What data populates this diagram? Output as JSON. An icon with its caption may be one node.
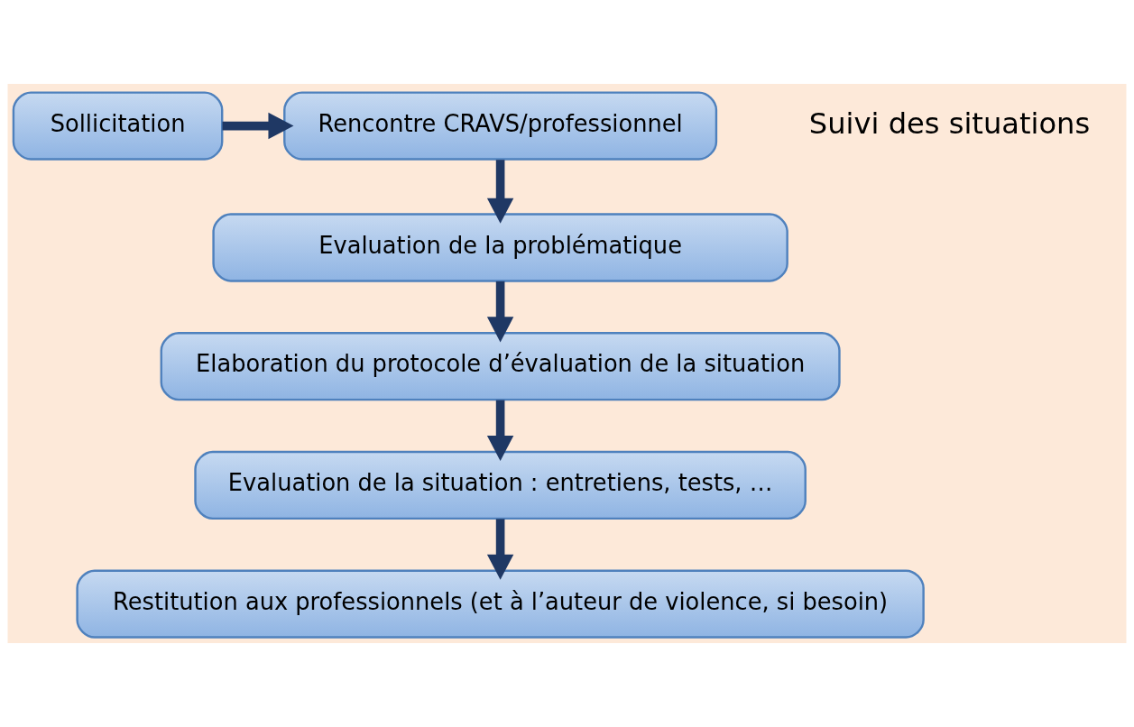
{
  "diagram": {
    "nodes": [
      {
        "text": [
          "Sollicitation"
        ]
      },
      {
        "text": [
          "Rencontre CRAVS/professionnel"
        ]
      },
      {
        "text": [
          "Evaluation de la problématique"
        ]
      },
      {
        "text": [
          "Elaboration du protocole d’évaluation de la situation"
        ]
      },
      {
        "text": [
          "Evaluation de la situation : entretiens, tests, …"
        ]
      },
      {
        "text": [
          "Restitution aux professionnels (et à l’auteur de violence, si besoin)"
        ]
      }
    ],
    "edges": [
      {
        "from": 0,
        "to": 1,
        "arrow": "to"
      },
      {
        "from": 1,
        "to": 2,
        "arrow": "to"
      },
      {
        "from": 2,
        "to": 3,
        "arrow": "to"
      },
      {
        "from": 3,
        "to": 4,
        "arrow": "to"
      },
      {
        "from": 4,
        "to": 5,
        "arrow": "to"
      }
    ],
    "labels": [
      "Suivi des situations"
    ]
  }
}
